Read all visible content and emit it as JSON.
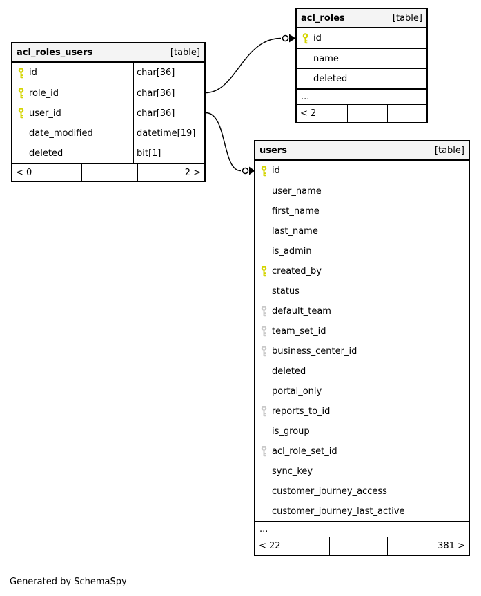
{
  "page": {
    "generated_note": "Generated by SchemaSpy"
  },
  "ellipsis_label": "...",
  "colors": {
    "primary_key": "#d4d400",
    "foreign_key": "#c9c9c9",
    "header_bg": "#f4f4f4",
    "border": "#000000",
    "background": "#ffffff"
  },
  "tables": [
    {
      "name": "acl_roles_users",
      "badge": "[table]",
      "has_type_column": true,
      "ellipsis_row": false,
      "columns": [
        {
          "name": "id",
          "type": "char[36]",
          "key": "primary"
        },
        {
          "name": "role_id",
          "type": "char[36]",
          "key": "primary"
        },
        {
          "name": "user_id",
          "type": "char[36]",
          "key": "primary"
        },
        {
          "name": "date_modified",
          "type": "datetime[19]",
          "key": "none"
        },
        {
          "name": "deleted",
          "type": "bit[1]",
          "key": "none"
        }
      ],
      "footer": {
        "left": "< 0",
        "center": "",
        "right": "2 >"
      }
    },
    {
      "name": "acl_roles",
      "badge": "[table]",
      "has_type_column": false,
      "ellipsis_row": true,
      "columns": [
        {
          "name": "id",
          "key": "primary"
        },
        {
          "name": "name",
          "key": "none"
        },
        {
          "name": "deleted",
          "key": "none"
        }
      ],
      "footer": {
        "left": "< 2",
        "center": "",
        "right": ""
      }
    },
    {
      "name": "users",
      "badge": "[table]",
      "has_type_column": false,
      "ellipsis_row": true,
      "columns": [
        {
          "name": "id",
          "key": "primary"
        },
        {
          "name": "user_name",
          "key": "none"
        },
        {
          "name": "first_name",
          "key": "none"
        },
        {
          "name": "last_name",
          "key": "none"
        },
        {
          "name": "is_admin",
          "key": "none"
        },
        {
          "name": "created_by",
          "key": "primary"
        },
        {
          "name": "status",
          "key": "none"
        },
        {
          "name": "default_team",
          "key": "foreign"
        },
        {
          "name": "team_set_id",
          "key": "foreign"
        },
        {
          "name": "business_center_id",
          "key": "foreign"
        },
        {
          "name": "deleted",
          "key": "none"
        },
        {
          "name": "portal_only",
          "key": "none"
        },
        {
          "name": "reports_to_id",
          "key": "foreign"
        },
        {
          "name": "is_group",
          "key": "none"
        },
        {
          "name": "acl_role_set_id",
          "key": "foreign"
        },
        {
          "name": "sync_key",
          "key": "none"
        },
        {
          "name": "customer_journey_access",
          "key": "none"
        },
        {
          "name": "customer_journey_last_active",
          "key": "none"
        }
      ],
      "footer": {
        "left": "< 22",
        "center": "",
        "right": "381 >"
      }
    }
  ],
  "relationships": [
    {
      "from": "acl_roles_users.role_id",
      "to": "acl_roles.id"
    },
    {
      "from": "acl_roles_users.user_id",
      "to": "users.id"
    }
  ]
}
